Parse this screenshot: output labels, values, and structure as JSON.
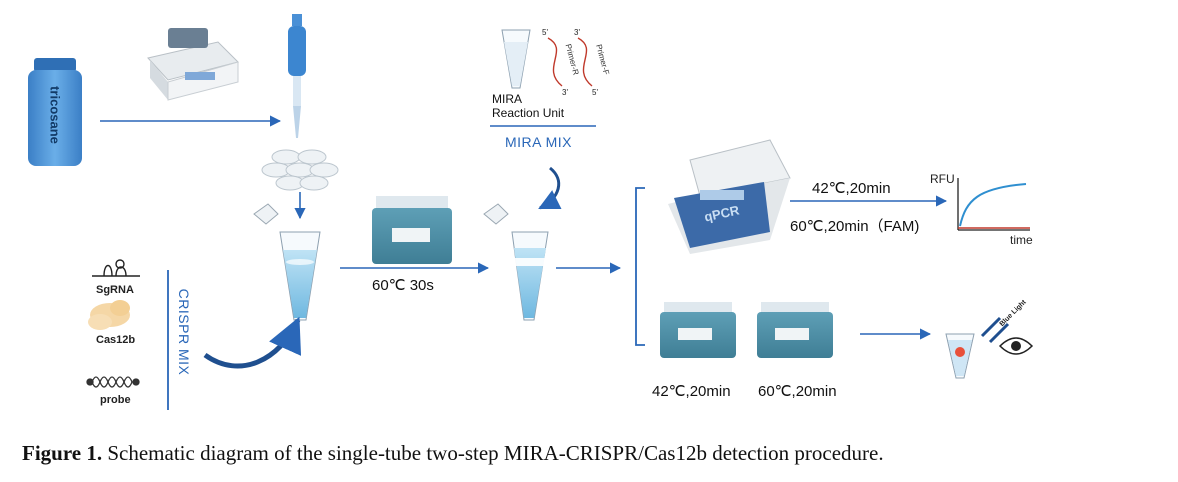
{
  "reagents": {
    "tricosane": "tricosane",
    "sgrna": "SgRNA",
    "cas12b": "Cas12b",
    "probe": "probe"
  },
  "mixes": {
    "crispr_mix": "CRISPR MIX",
    "mira_mix": "MIRA MIX",
    "mira_reaction_unit": "MIRA\nReaction Unit",
    "primer_f": "Primer-F",
    "primer_r": "Primer-R",
    "five_prime": "5'",
    "three_prime": "3'"
  },
  "steps": {
    "incubation": "60℃ 30s",
    "qpcr_label": "qPCR",
    "qpcr_step1": "42℃,20min",
    "qpcr_step2": "60℃,20min（FAM)",
    "block_step1": "42℃,20min",
    "block_step2": "60℃,20min",
    "blue_light": "Blue Light"
  },
  "plot": {
    "ylabel": "RFU",
    "xlabel": "time"
  },
  "caption": {
    "prefix": "Figure 1.",
    "text": "Schematic diagram of the single-tube two-step MIRA-CRISPR/Cas12b detection procedure."
  },
  "colors": {
    "arrow_blue": "#2a67b8",
    "bottle_blue": "#4a90d6",
    "block_teal": "#4a8fa6",
    "curve_blue": "#2f8fd0",
    "baseline_red": "#c0392b"
  }
}
